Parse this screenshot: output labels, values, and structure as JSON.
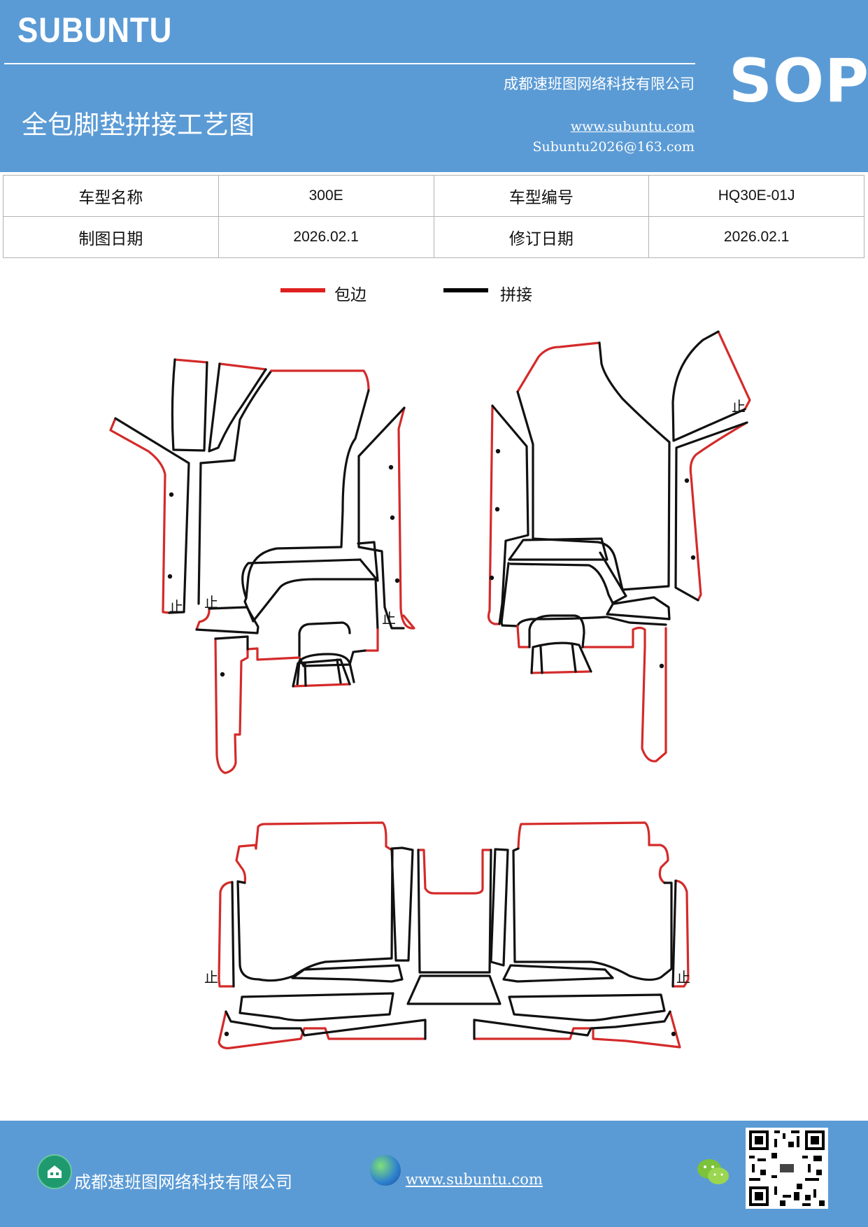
{
  "header": {
    "brand": "SUBUNTU",
    "company": "成都速班图网络科技有限公司",
    "title": "全包脚垫拼接工艺图",
    "website": "www.subuntu.com",
    "email": "Subuntu2026@163.com",
    "badge": "SOP"
  },
  "info_table": {
    "rows": [
      [
        "车型名称",
        "300E",
        "车型编号",
        "HQ30E-01J"
      ],
      [
        "制图日期",
        "2026.02.1",
        "修订日期",
        "2026.02.1"
      ]
    ]
  },
  "legend": {
    "items": [
      {
        "label": "包边",
        "color": "#e02020"
      },
      {
        "label": "拼接",
        "color": "#000000"
      }
    ]
  },
  "drawing": {
    "stop_mark": "止"
  },
  "footer": {
    "company": "成都速班图网络科技有限公司",
    "website": "www.subuntu.com"
  },
  "icons": {
    "building": "building-icon",
    "globe": "globe-icon",
    "wechat": "wechat-icon",
    "qr": "qr-code"
  }
}
